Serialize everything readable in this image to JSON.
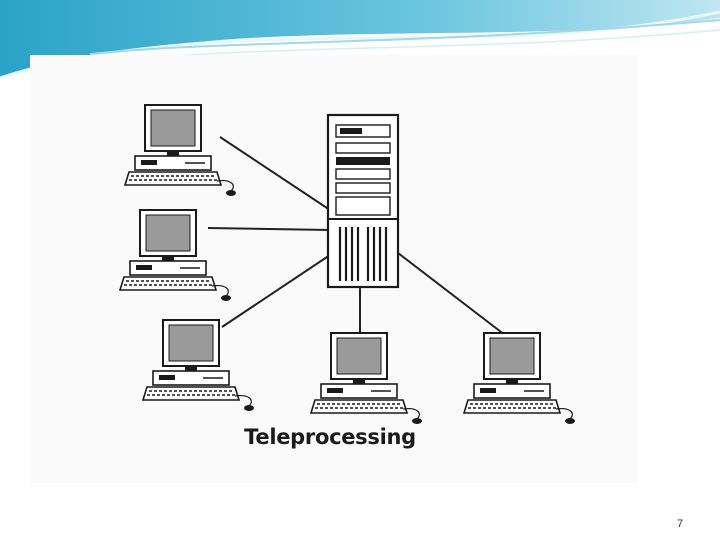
{
  "slide": {
    "caption": "Teleprocessing",
    "page_number": "7"
  },
  "diagram": {
    "server_icon": "server-tower-icon",
    "terminal_icon": "computer-terminal-icon",
    "terminal_count": 5,
    "colors": {
      "banner_dark": "#2aa3c7",
      "banner_light": "#bfe6f2",
      "line": "#222222",
      "screen": "#9a9a9a"
    }
  }
}
